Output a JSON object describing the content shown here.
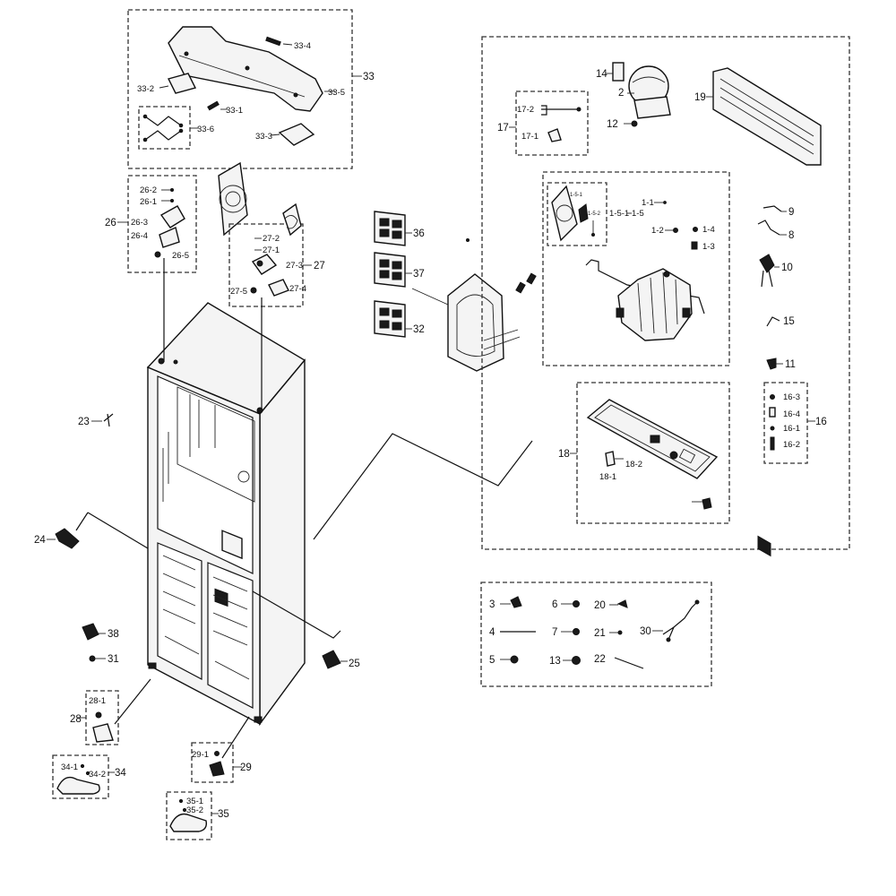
{
  "callouts": {
    "c33": "33",
    "c33_1": "33-1",
    "c33_2": "33-2",
    "c33_3": "33-3",
    "c33_4": "33-4",
    "c33_5": "33-5",
    "c33_6": "33-6",
    "c26": "26",
    "c26_1": "26-1",
    "c26_2": "26-2",
    "c26_3": "26-3",
    "c26_4": "26-4",
    "c26_5": "26-5",
    "c27": "27",
    "c27_1": "27-1",
    "c27_2": "27-2",
    "c27_3": "27-3",
    "c27_4": "27-4",
    "c27_5": "27-5",
    "c36": "36",
    "c37": "37",
    "c32": "32",
    "c23": "23",
    "c24": "24",
    "c25": "25",
    "c38": "38",
    "c31": "31",
    "c28": "28",
    "c28_1": "28-1",
    "c29": "29",
    "c29_1": "29-1",
    "c34": "34",
    "c34_1": "34-1",
    "c34_2": "34-2",
    "c35": "35",
    "c35_1": "35-1",
    "c35_2": "35-2",
    "c14": "14",
    "c2": "2",
    "c12": "12",
    "c19": "19",
    "c17": "17",
    "c17_1": "17-1",
    "c17_2": "17-2",
    "c1_1": "1-1",
    "c1_2": "1-2",
    "c1_3": "1-3",
    "c1_4": "1-4",
    "c1_5": "1-5",
    "c1_5_1": "1-5-1",
    "c1_5_1a": "1-5-1",
    "c1_5_2": "1-5-2",
    "c9": "9",
    "c8": "8",
    "c10": "10",
    "c15": "15",
    "c11": "11",
    "c16": "16",
    "c16_1": "16-1",
    "c16_2": "16-2",
    "c16_3": "16-3",
    "c16_4": "16-4",
    "c18": "18",
    "c18_1": "18-1",
    "c18_2": "18-2",
    "c3": "3",
    "c4": "4",
    "c5": "5",
    "c6": "6",
    "c7": "7",
    "c13": "13",
    "c20": "20",
    "c21": "21",
    "c22": "22",
    "c30": "30"
  }
}
